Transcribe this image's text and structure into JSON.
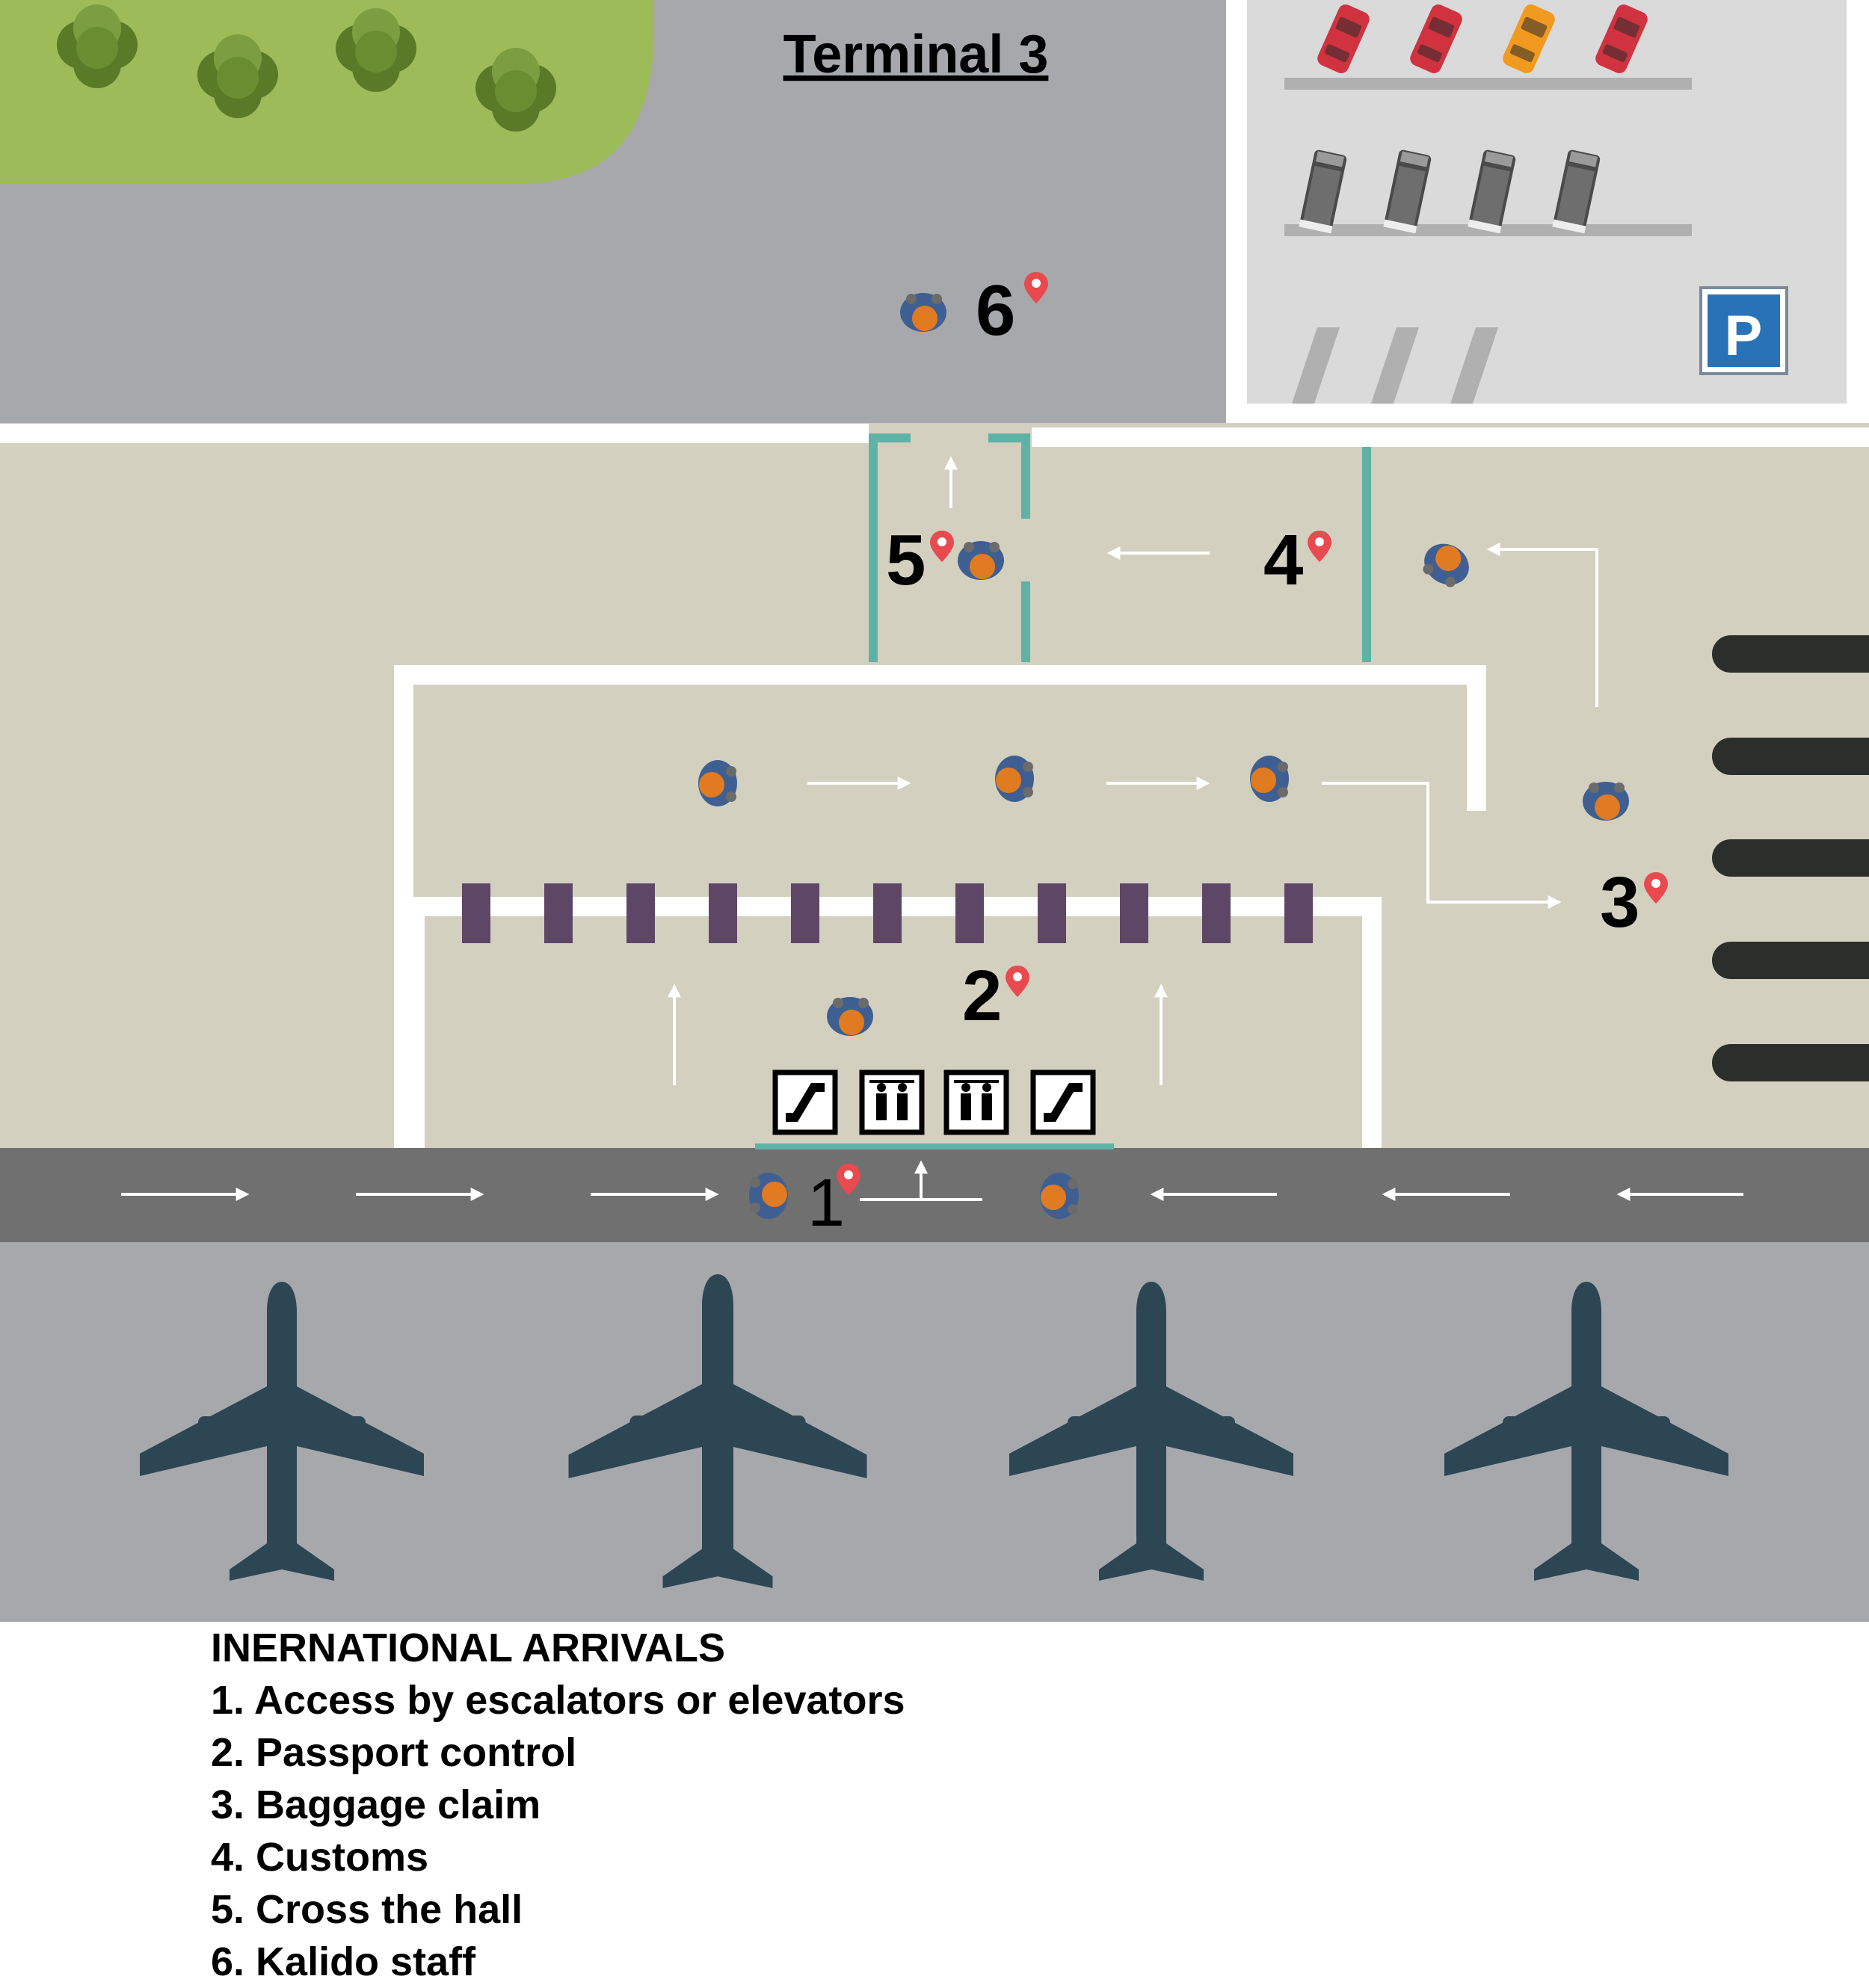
{
  "map": {
    "title": "Terminal 3",
    "parking_sign": "P",
    "step_markers": [
      "1",
      "2",
      "3",
      "4",
      "5",
      "6"
    ]
  },
  "colors": {
    "grass": "#9dbb58",
    "tree": "#6b8d32",
    "roof": "#a6a8ab",
    "parking_lot": "#dadadb",
    "hall_floor": "#d3d0c0",
    "road": "#707070",
    "apron": "#a6a8ab",
    "aircraft": "#2d4654",
    "gate": "#5fb3a6",
    "booth": "#5e4766",
    "baggage_belt": "#2c2e2c",
    "parking_sign": "#2a72b8",
    "pin": "#e84a4f",
    "person_shirt": "#e07b22",
    "person_jacket": "#3f5f92"
  },
  "icons": {
    "facilities": [
      "escalator-icon",
      "elevator-icon",
      "elevator-icon",
      "escalator-icon"
    ],
    "aircraft": [
      "airplane-icon",
      "airplane-icon",
      "airplane-icon",
      "airplane-icon"
    ]
  },
  "legend": {
    "heading": "INERNATIONAL ARRIVALS",
    "items": [
      "1. Access by escalators or elevators",
      "2. Passport control",
      "3. Baggage claim",
      "4. Customs",
      "5. Cross the hall",
      "6. Kalido staff"
    ]
  }
}
